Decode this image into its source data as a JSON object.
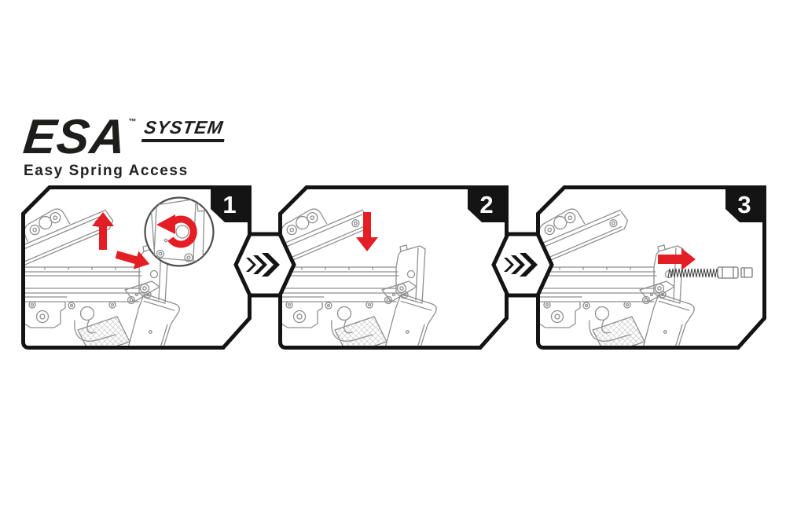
{
  "logo": {
    "brand": "ESA",
    "trademark": "™",
    "system": "SYSTEM",
    "tagline": "Easy Spring Access"
  },
  "colors": {
    "accent_red": "#e31e24",
    "ink": "#141414",
    "line_gray": "#8f8f8f"
  },
  "steps": [
    {
      "number": "1",
      "icons": [
        "arrow-up-icon",
        "arrow-right-icon",
        "rotate-ccw-icon",
        "detail-inset-circle"
      ]
    },
    {
      "number": "2",
      "icons": [
        "arrow-down-icon"
      ]
    },
    {
      "number": "3",
      "icons": [
        "arrow-right-icon",
        "spring-assembly"
      ]
    }
  ],
  "step_connectors": [
    {
      "icon": "triple-chevron-right-icon"
    },
    {
      "icon": "triple-chevron-right-icon"
    }
  ]
}
